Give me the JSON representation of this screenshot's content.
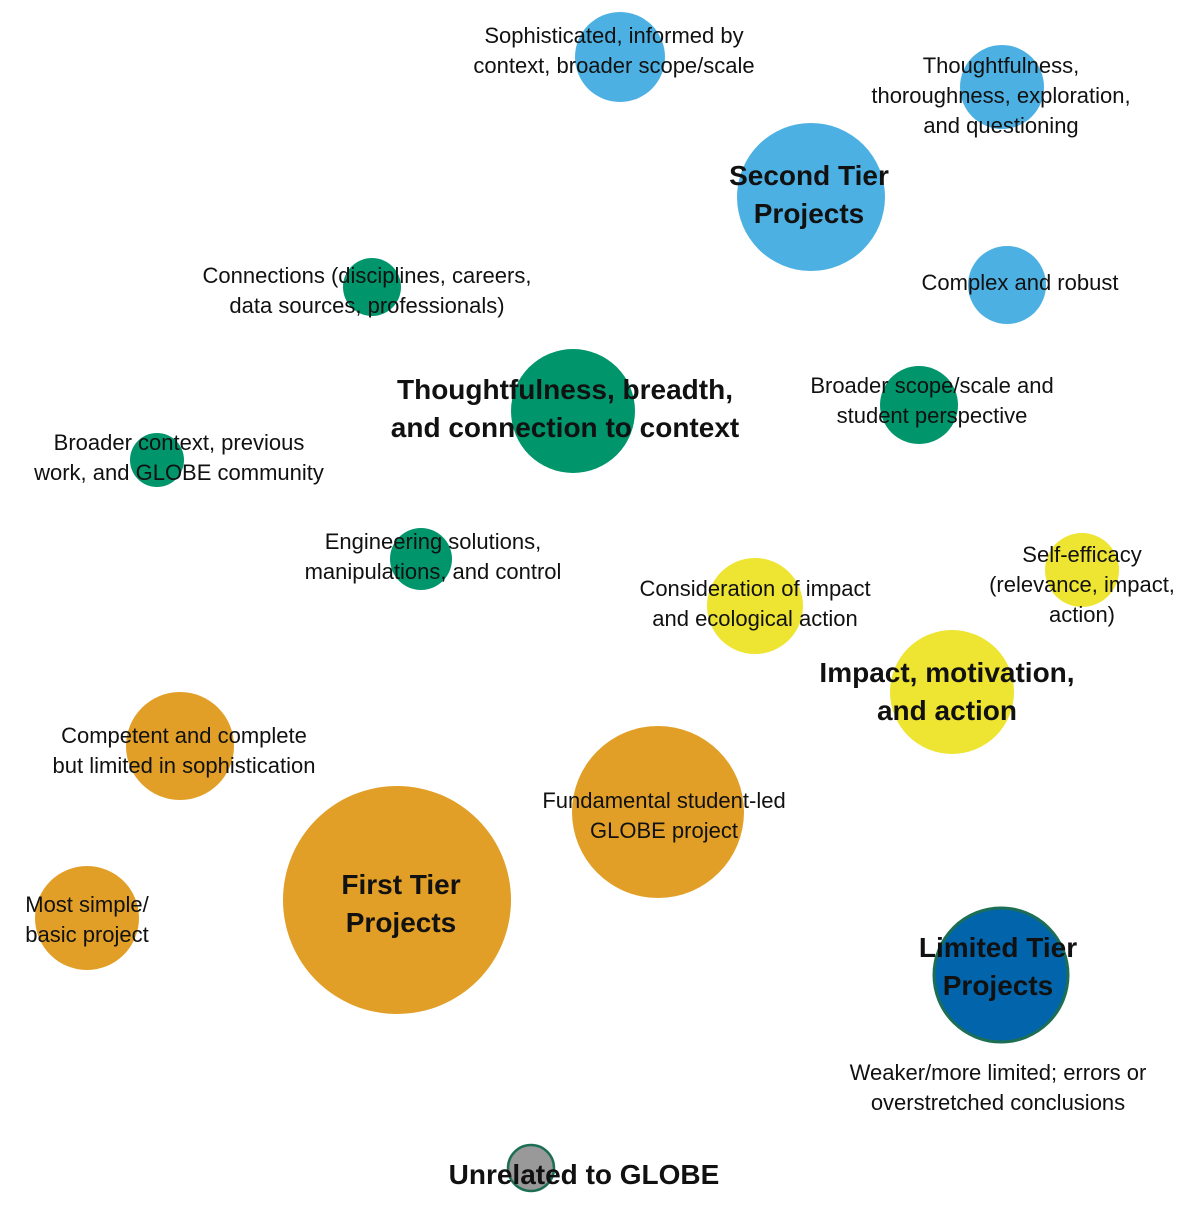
{
  "colors": {
    "second_tier": "#4db0e3",
    "connection": "#00956b",
    "impact": "#eee432",
    "first_tier": "#e29f27",
    "limited_tier": "#0265ac",
    "limited_tier_stroke": "#1c6e55",
    "unrelated": "#999999",
    "unrelated_stroke": "#1c6e55"
  },
  "nodes": {
    "second_tier": {
      "main": [
        "Second Tier",
        "Projects"
      ],
      "sophisticated": [
        "Sophisticated, informed by",
        "context, broader scope/scale"
      ],
      "thoughtfulness": [
        "Thoughtfulness,",
        "thoroughness, exploration,",
        "and questioning"
      ],
      "complex": [
        "Complex and robust"
      ]
    },
    "connection": {
      "main": [
        "Thoughtfulness, breadth,",
        "and connection to context"
      ],
      "connections": [
        "Connections (disciplines, careers,",
        "data sources, professionals)"
      ],
      "broader_scope": [
        "Broader scope/scale and",
        "student perspective"
      ],
      "broader_context": [
        "Broader context, previous",
        "work, and GLOBE community"
      ],
      "engineering": [
        "Engineering solutions,",
        "manipulations, and control"
      ]
    },
    "impact": {
      "main": [
        "Impact, motivation,",
        "and action"
      ],
      "consideration": [
        "Consideration of impact",
        "and ecological action"
      ],
      "self_efficacy": [
        "Self-efficacy",
        "(relevance, impact,",
        "action)"
      ]
    },
    "first_tier": {
      "main": [
        "First Tier",
        "Projects"
      ],
      "competent": [
        "Competent and complete",
        "but limited in sophistication"
      ],
      "fundamental": [
        "Fundamental student-led",
        "GLOBE project"
      ],
      "simple": [
        "Most simple/",
        "basic project"
      ]
    },
    "limited_tier": {
      "main": [
        "Limited Tier",
        "Projects"
      ],
      "weaker": [
        "Weaker/more limited; errors or",
        "overstretched conclusions"
      ]
    },
    "unrelated": {
      "main": [
        "Unrelated to GLOBE"
      ]
    }
  }
}
